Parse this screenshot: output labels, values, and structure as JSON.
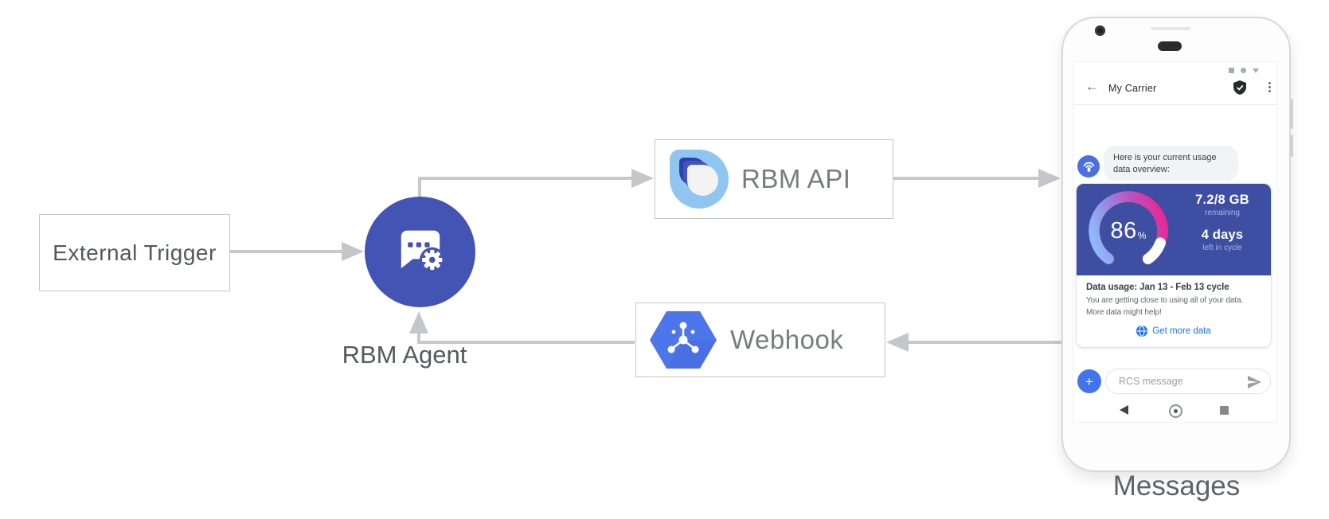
{
  "colors": {
    "arrow_gray": "#c9c9c9",
    "box_border": "#c6c6c6",
    "agent_blue": "#4454b4",
    "card_blue": "#3e4fa3",
    "gauge_light_blue": "#8fb8f8",
    "gauge_magenta": "#e62a97",
    "link_blue": "#1a73e8",
    "avatar_blue": "#4a6fe3",
    "plus_blue": "#4374e9",
    "webhook_hex_blue": "#4c76ea",
    "api_icon_light_blue": "#8fc5f0",
    "api_icon_navy": "#2e3fae"
  },
  "diagram": {
    "external_trigger": {
      "label": "External Trigger"
    },
    "rbm_agent": {
      "label": "RBM Agent"
    },
    "rbm_api": {
      "label": "RBM API"
    },
    "webhook": {
      "label": "Webhook"
    },
    "device_caption": "Messages"
  },
  "phone": {
    "header": {
      "back_icon": "←",
      "title": "My Carrier",
      "menu_icon": "⋮"
    },
    "conversation": {
      "agent_message": "Here is your current usage data overview:",
      "usage_card": {
        "percent": "86",
        "percent_unit": "%",
        "data_value": "7.2/8 GB",
        "data_label": "remaining",
        "days_value": "4 days",
        "days_label": "left in cycle",
        "title": "Data usage: Jan 13 - Feb 13 cycle",
        "body_line1": "You are getting close to using all of your data.",
        "body_line2": "More data might help!",
        "action": "Get more data"
      }
    },
    "compose": {
      "plus_icon": "+",
      "placeholder": "RCS message"
    }
  }
}
